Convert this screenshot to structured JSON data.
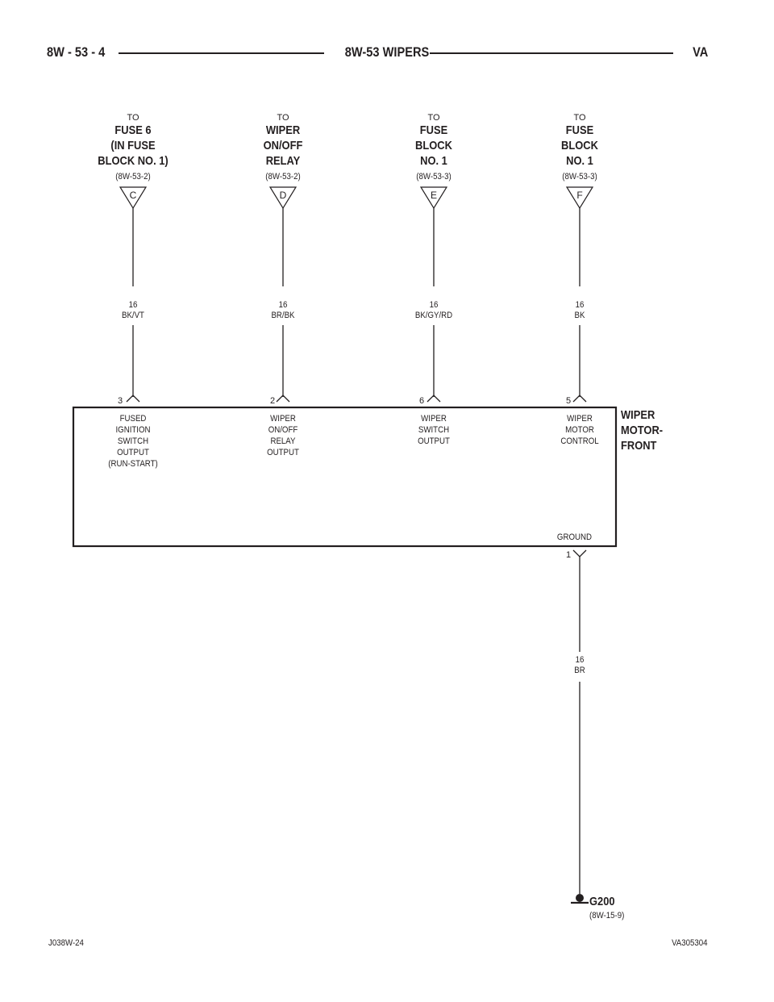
{
  "header": {
    "left": "8W - 53 - 4",
    "center": "8W-53 WIPERS",
    "right": "VA"
  },
  "sources": [
    {
      "to": "TO",
      "name": "FUSE 6\n(IN FUSE\nBLOCK NO. 1)",
      "ref": "(8W-53-2)",
      "letter": "C",
      "gauge": "16",
      "color": "BK/VT",
      "pin": "3",
      "function": "FUSED\nIGNITION\nSWITCH\nOUTPUT\n(RUN-START)"
    },
    {
      "to": "TO",
      "name": "WIPER\nON/OFF\nRELAY",
      "ref": "(8W-53-2)",
      "letter": "D",
      "gauge": "16",
      "color": "BR/BK",
      "pin": "2",
      "function": "WIPER\nON/OFF\nRELAY\nOUTPUT"
    },
    {
      "to": "TO",
      "name": "FUSE\nBLOCK\nNO. 1",
      "ref": "(8W-53-3)",
      "letter": "E",
      "gauge": "16",
      "color": "BK/GY/RD",
      "pin": "6",
      "function": "WIPER\nSWITCH\nOUTPUT"
    },
    {
      "to": "TO",
      "name": "FUSE\nBLOCK\nNO. 1",
      "ref": "(8W-53-3)",
      "letter": "F",
      "gauge": "16",
      "color": "BK",
      "pin": "5",
      "function": "WIPER\nMOTOR\nCONTROL"
    }
  ],
  "component": {
    "name": "WIPER\nMOTOR-\nFRONT",
    "ground_label": "GROUND",
    "ground_pin": "1",
    "ground_wire_gauge": "16",
    "ground_wire_color": "BR"
  },
  "ground_point": {
    "name": "G200",
    "ref": "(8W-15-9)"
  },
  "footer": {
    "left": "J038W-24",
    "right": "VA305304"
  }
}
